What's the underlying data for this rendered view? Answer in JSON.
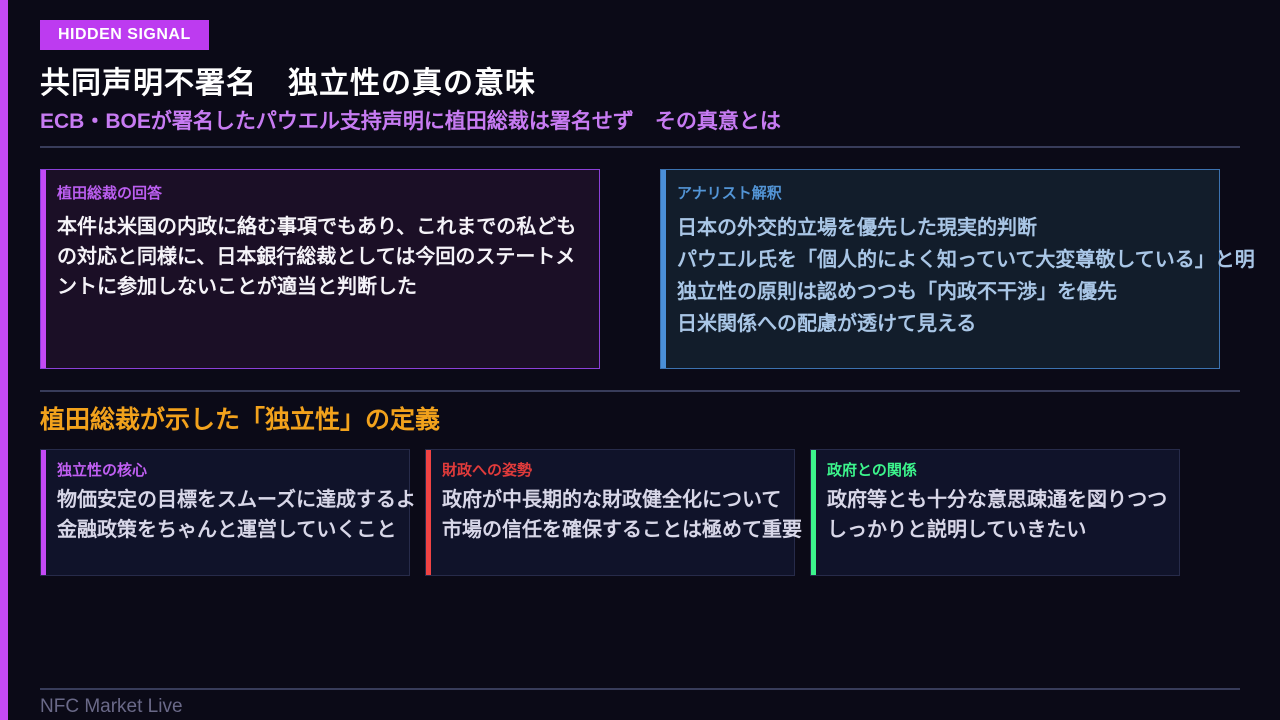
{
  "page": {
    "badge": "HIDDEN SIGNAL",
    "title": "共同声明不署名　独立性の真の意味",
    "subtitle": "ECB・BOEが署名したパウエル支持声明に植田総裁は署名せず　その真意とは",
    "footer": "NFC Market Live"
  },
  "colors": {
    "background": "#0b0a17",
    "accent_purple": "#c44af5",
    "accent_blue": "#4a8fd8",
    "accent_red": "#f04343",
    "accent_green": "#3cf58c",
    "heading_orange": "#f2a21c",
    "subtitle_purple": "#c77bf2"
  },
  "quote_box": {
    "label": "植田総裁の回答",
    "lines": [
      "本件は米国の内政に絡む事項でもあり、これまでの私ども",
      "の対応と同様に、日本銀行総裁としては今回のステートメ",
      "ントに参加しないことが適当と判断した"
    ]
  },
  "analyst_box": {
    "label": "アナリスト解釈",
    "lines": [
      "日本の外交的立場を優先した現実的判断",
      "パウエル氏を「個人的によく知っていて大変尊敬している」と明",
      "独立性の原則は認めつつも「内政不干渉」を優先",
      "日米関係への配慮が透けて見える"
    ]
  },
  "definition_section": {
    "heading": "植田総裁が示した「独立性」の定義",
    "cards": [
      {
        "label": "独立性の核心",
        "lines": [
          "物価安定の目標をスムーズに達成するよ",
          "金融政策をちゃんと運営していくこと"
        ]
      },
      {
        "label": "財政への姿勢",
        "lines": [
          "政府が中長期的な財政健全化について",
          "市場の信任を確保することは極めて重要"
        ]
      },
      {
        "label": "政府との関係",
        "lines": [
          "政府等とも十分な意思疎通を図りつつ",
          "しっかりと説明していきたい"
        ]
      }
    ]
  }
}
